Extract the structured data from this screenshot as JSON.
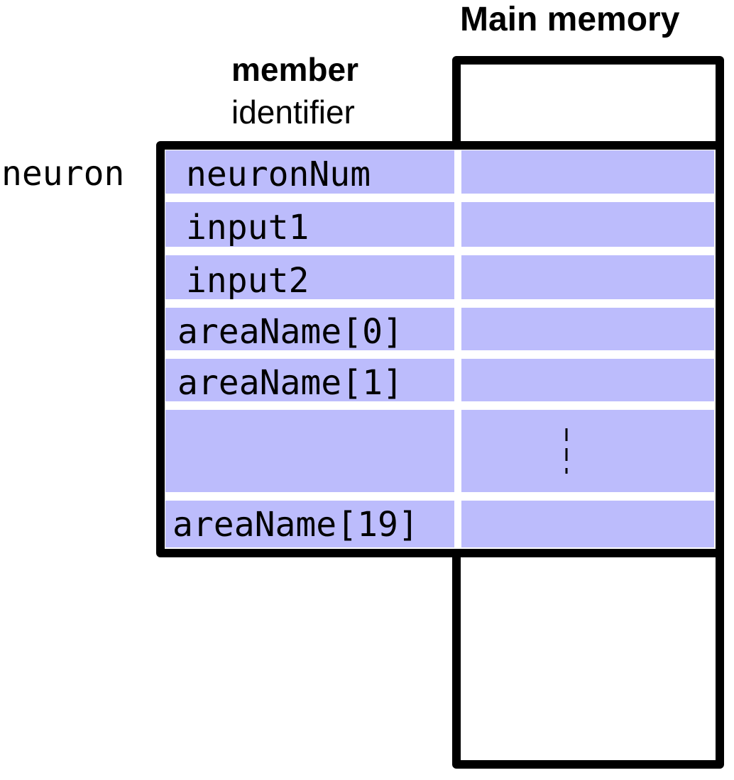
{
  "title": "Main memory",
  "header": {
    "line1": "member",
    "line2": "identifier"
  },
  "struct_name": "neuron",
  "members": [
    {
      "name": "neuronNum"
    },
    {
      "name": "input1"
    },
    {
      "name": "input2"
    },
    {
      "name": "areaName[0]"
    },
    {
      "name": "areaName[1]"
    },
    {
      "name": ""
    },
    {
      "name": "areaName[19]"
    }
  ],
  "colors": {
    "cell_fill": "#bcbcfc",
    "border": "#000000",
    "background": "#ffffff"
  }
}
